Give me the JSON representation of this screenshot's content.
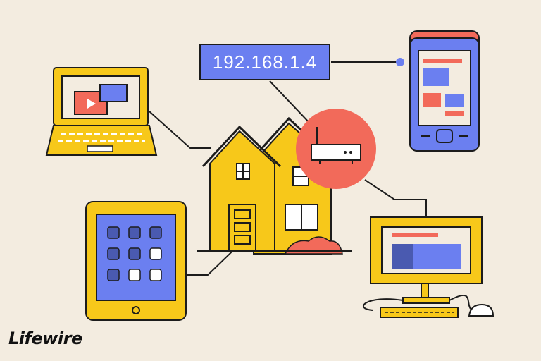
{
  "ip_address": "192.168.1.4",
  "brand": "Lifewire",
  "colors": {
    "background": "#f3ece0",
    "yellow": "#f7c81a",
    "blue": "#6b7ff0",
    "dark_blue": "#4a5ab0",
    "coral": "#f26a5a",
    "outline": "#1c1c1c",
    "white": "#ffffff"
  },
  "nodes": [
    "laptop-icon",
    "tablet-icon",
    "house-icon",
    "router-icon",
    "smartphone-icon",
    "desktop-computer-icon"
  ],
  "connections": [
    "laptop-to-house",
    "tablet-to-house",
    "house-to-router",
    "ip-label-to-router",
    "ip-label-to-smartphone",
    "router-to-desktop"
  ]
}
